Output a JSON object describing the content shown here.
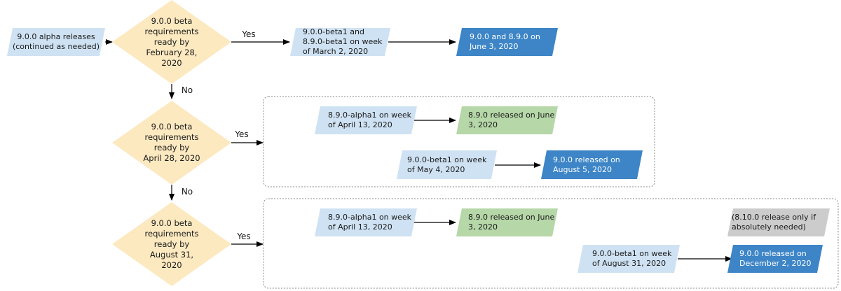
{
  "colors": {
    "decision_fill": "#fde9c0",
    "alpha_fill": "#cfe2f3",
    "release_fill": "#3d85c6",
    "minor_release_fill": "#b6d7a8",
    "optional_fill": "#cccccc",
    "connector": "#000000",
    "group_border": "#888888"
  },
  "nodes": {
    "alpha_releases": [
      "9.0.0 alpha releases",
      "(continued as needed)"
    ],
    "decision_feb": [
      "9.0.0 beta",
      "requirements",
      "ready by",
      "February 28,",
      "2020"
    ],
    "beta_march": [
      "9.0.0-beta1 and",
      "8.9.0-beta1 on week",
      "of March 2, 2020"
    ],
    "release_june_both": [
      "9.0.0 and 8.9.0 on",
      "June 3, 2020"
    ],
    "decision_apr": [
      "9.0.0 beta",
      "requirements",
      "ready by",
      "April 28, 2020"
    ],
    "alpha_april_1": [
      "8.9.0-alpha1 on week",
      "of April 13, 2020"
    ],
    "release_890_june_1": [
      "8.9.0 released on June",
      "3, 2020"
    ],
    "beta_may": [
      "9.0.0-beta1 on week",
      "of May 4, 2020"
    ],
    "release_900_aug": [
      "9.0.0 released on",
      "August 5, 2020"
    ],
    "decision_aug": [
      "9.0.0 beta",
      "requirements",
      "ready by",
      "August 31,",
      "2020"
    ],
    "alpha_april_2": [
      "8.9.0-alpha1 on week",
      "of April 13, 2020"
    ],
    "release_890_june_2": [
      "8.9.0 released on June",
      "3, 2020"
    ],
    "optional_8100": [
      "(8.10.0 release only if",
      "absolutely needed)"
    ],
    "beta_aug": [
      "9.0.0-beta1 on week",
      "of August 31, 2020"
    ],
    "release_900_dec": [
      "9.0.0 released on",
      "December 2, 2020"
    ]
  },
  "edges": {
    "yes_1": "Yes",
    "no_1": "No",
    "yes_2": "Yes",
    "no_2": "No",
    "yes_3": "Yes"
  }
}
